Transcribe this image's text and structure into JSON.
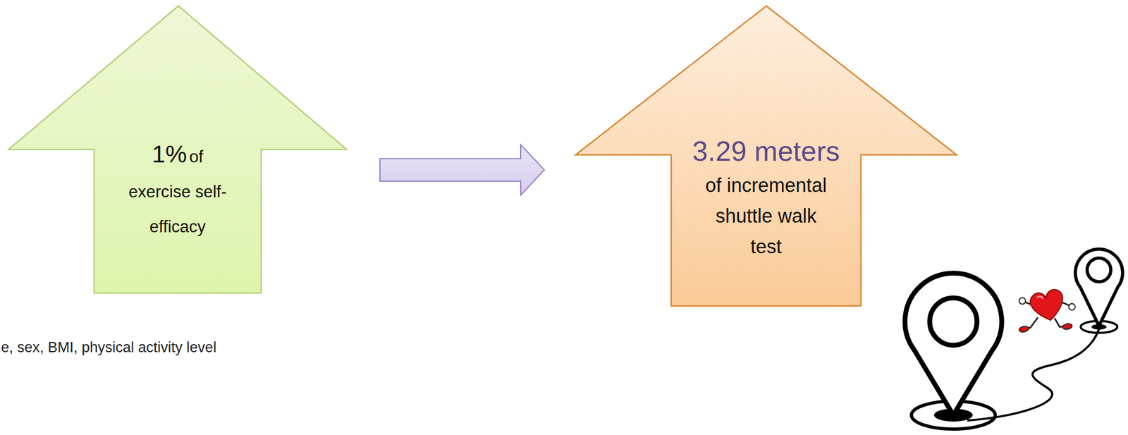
{
  "diagram": {
    "nodes": [
      {
        "text": [
          "1%",
          "of exercise self-efficacy"
        ]
      },
      {
        "text": [
          "3.29 meters",
          "of incremental shuttle walk test"
        ]
      }
    ],
    "edges": [
      {
        "from": 0,
        "to": 1,
        "arrow": "to"
      }
    ],
    "labels": [
      "e, sex, BMI, physical activity level"
    ]
  }
}
